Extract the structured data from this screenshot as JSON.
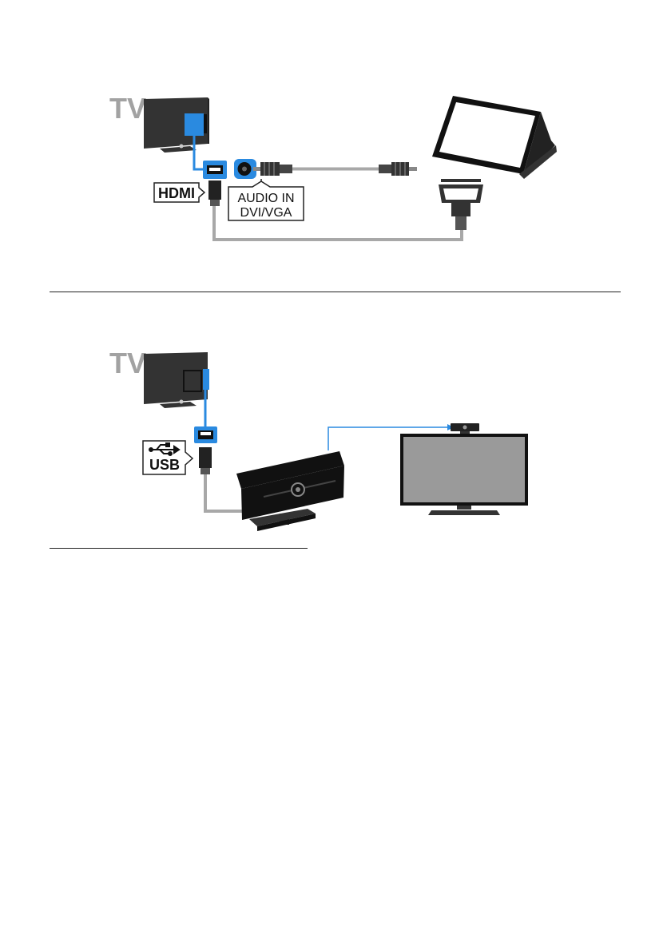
{
  "colors": {
    "accent_blue": "#2a8ae0",
    "tv_body": "#333333",
    "cable_gray": "#a8a8a8",
    "label_gray": "#a2a2a2",
    "screen_gray": "#9a9a9a"
  },
  "figures": {
    "pc_connection": {
      "tv_label": "TV",
      "hdmi_label": "HDMI",
      "audio_label_line1": "AUDIO IN",
      "audio_label_line2": "DVI/VGA"
    },
    "camera_connection": {
      "tv_label": "TV",
      "usb_label": "USB",
      "usb_icon": "usb-trident-icon"
    }
  }
}
